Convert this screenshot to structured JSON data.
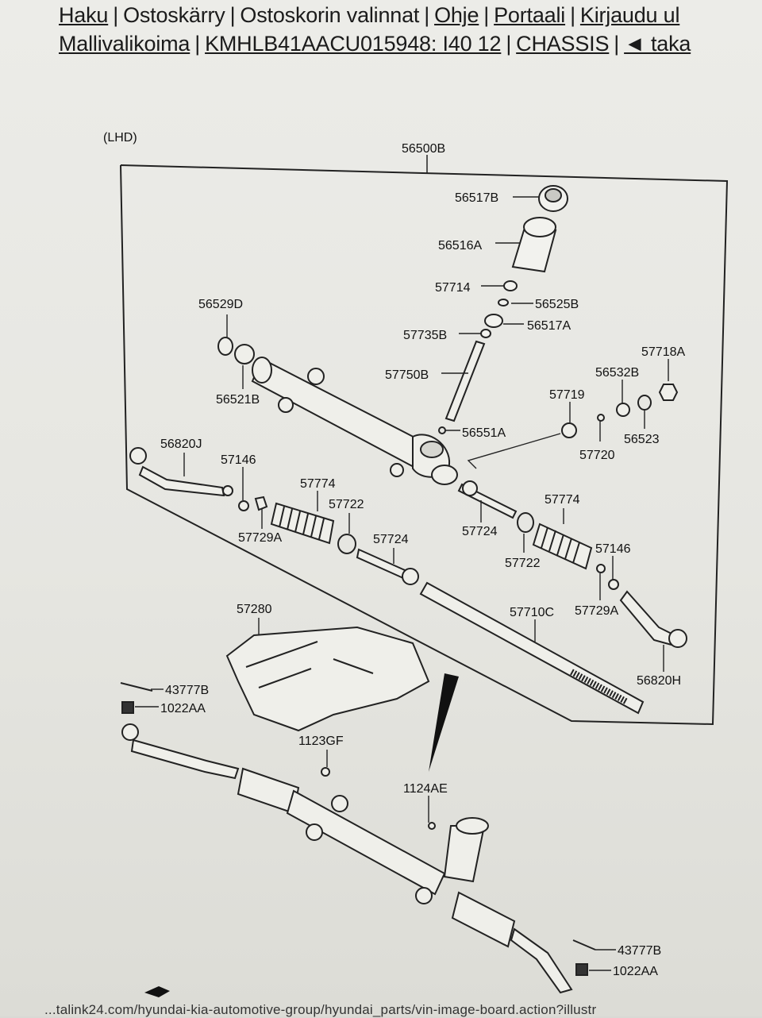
{
  "nav": {
    "row1": [
      {
        "text": "Haku",
        "link": true
      },
      {
        "text": "Ostoskärry",
        "link": false
      },
      {
        "text": "Ostoskorin valinnat",
        "link": false
      },
      {
        "text": "Ohje",
        "link": true
      },
      {
        "text": "Portaali",
        "link": true
      },
      {
        "text": "Kirjaudu ul",
        "link": true
      }
    ],
    "row2": [
      {
        "text": "Mallivalikoima",
        "link": true
      },
      {
        "text": "KMHLB41AACU015948: I40 12",
        "link": true
      },
      {
        "text": "CHASSIS",
        "link": true
      },
      {
        "text": "◄ taka",
        "link": true
      }
    ]
  },
  "diagram": {
    "variant": "(LHD)",
    "parts": {
      "p56500B": "56500B",
      "p56517B": "56517B",
      "p56516A": "56516A",
      "p57714": "57714",
      "p56525B": "56525B",
      "p56529D": "56529D",
      "p56517A": "56517A",
      "p57735B": "57735B",
      "p57718A": "57718A",
      "p56532B": "56532B",
      "p57750B": "57750B",
      "p56521B": "56521B",
      "p57719": "57719",
      "p56523": "56523",
      "p56551A": "56551A",
      "p56820J": "56820J",
      "p57720": "57720",
      "p57146a": "57146",
      "p57774a": "57774",
      "p57722a": "57722",
      "p57774b": "57774",
      "p57729Aa": "57729A",
      "p57724a": "57724",
      "p57724b": "57724",
      "p57146b": "57146",
      "p57722b": "57722",
      "p57729Ab": "57729A",
      "p57280": "57280",
      "p57710C": "57710C",
      "p56820H": "56820H",
      "p43777Ba": "43777B",
      "p1022AAa": "1022AA",
      "p1123GF": "1123GF",
      "p1124AE": "1124AE",
      "p43777Bb": "43777B",
      "p1022AAb": "1022AA"
    }
  },
  "footer": {
    "url": "...talink24.com/hyundai-kia-automotive-group/hyundai_parts/vin-image-board.action?illustr"
  },
  "colors": {
    "ink": "#1b1b1b",
    "paper": "#e9e9e4"
  }
}
